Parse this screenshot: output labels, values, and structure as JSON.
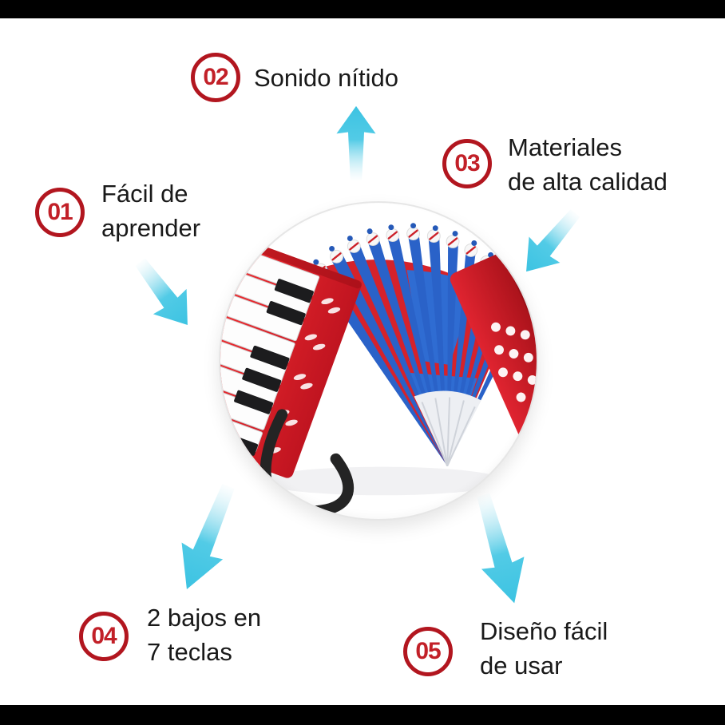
{
  "page": {
    "background": "#ffffff",
    "frame_bar_color": "#000000",
    "type": "product feature infographic"
  },
  "colors": {
    "badge_ring_red": "#b2161f",
    "badge_number_red": "#c22028",
    "arrow_cyan": "#41c6e3",
    "label_text": "#191919",
    "accordion_red": "#d5222b",
    "accordion_blue": "#2f6cd2"
  },
  "center": {
    "name": "toy-accordion-photo",
    "description": "Red toy piano accordion with blue bellows, white piano keys, white bass buttons and black strap inside a white circle"
  },
  "features": [
    {
      "number": "01",
      "line1": "Fácil de",
      "line2": "aprender"
    },
    {
      "number": "02",
      "line1": "Sonido nítido",
      "line2": ""
    },
    {
      "number": "03",
      "line1": "Materiales",
      "line2": "de alta calidad"
    },
    {
      "number": "04",
      "line1": "2 bajos en",
      "line2": "7 teclas"
    },
    {
      "number": "05",
      "line1": "Diseño fácil",
      "line2": "de usar"
    }
  ]
}
